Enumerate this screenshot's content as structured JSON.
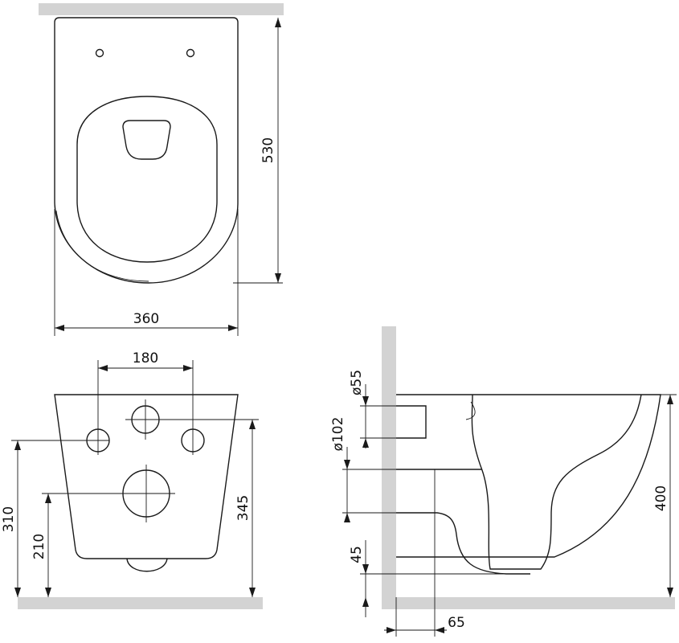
{
  "dimensions": {
    "top_depth": "530",
    "top_width": "360",
    "fixing_spacing": "180",
    "fixing_height": "310",
    "drain_height": "210",
    "inlet_height": "345",
    "pipe_55": "ø55",
    "pipe_102": "ø102",
    "bottom_clearance": "45",
    "rim_height": "400",
    "wall_offset": "65"
  },
  "colors": {
    "line": "#1a1a1a",
    "wall": "#d3d3d3",
    "background": "#ffffff"
  }
}
